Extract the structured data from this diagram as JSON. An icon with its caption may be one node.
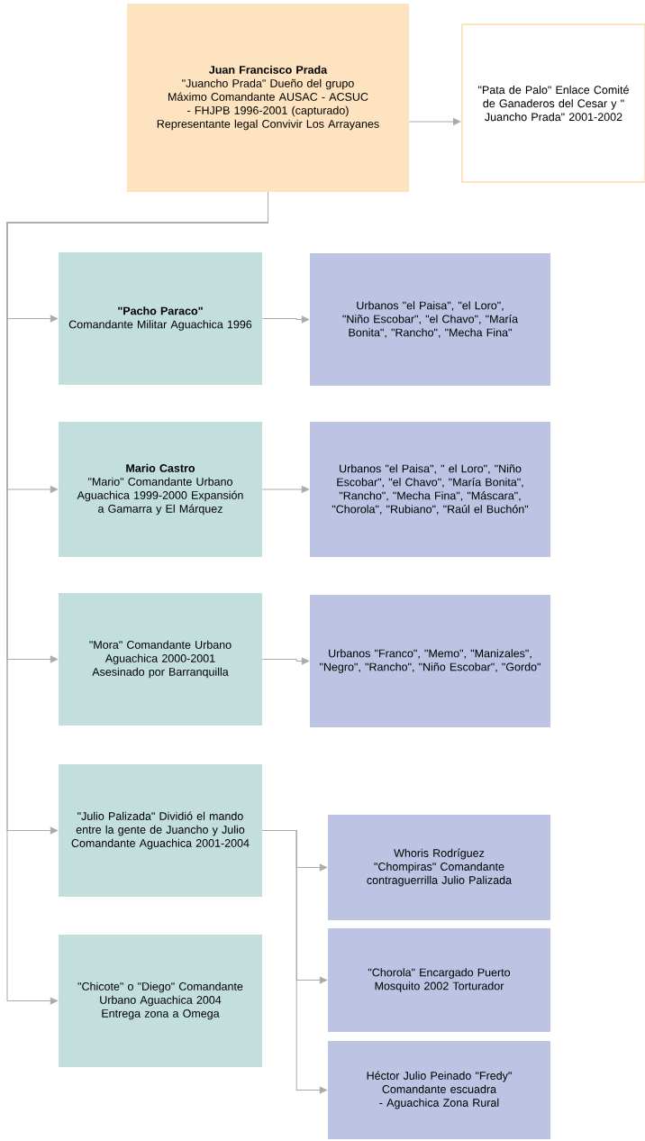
{
  "diagram": {
    "nodes": [
      {
        "text": [
          "Juan Francisco Prada",
          "\"Juancho Prada\" Dueño del grupo Máximo Comandante AUSAC - ACSUC - FHJPB 1996-2001 (capturado) Representante legal Convivir Los Arrayanes"
        ]
      },
      {
        "text": [
          "\"Pata de Palo\" Enlace Comité de Ganaderos del Cesar y \" Juancho Prada\" 2001-2002"
        ]
      },
      {
        "text": [
          "\"Pacho Paraco\"",
          "Comandante Militar Aguachica 1996"
        ]
      },
      {
        "text": [
          "Urbanos \"el Paisa\", \"el Loro\", \"Niño Escobar\", \"el Chavo\", \"María Bonita\", \"Rancho\", \"Mecha Fina\""
        ]
      },
      {
        "text": [
          "Mario Castro",
          "\"Mario\" Comandante Urbano Aguachica 1999-2000 Expansión a Gamarra y El Márquez"
        ]
      },
      {
        "text": [
          "Urbanos \"el Paisa\", \" el Loro\", \"Niño Escobar\", \"el Chavo\", \"María Bonita\", \"Rancho\", \"Mecha Fina\", \"Máscara\", \"Chorola\", \"Rubiano\", \"Raúl el Buchón\""
        ]
      },
      {
        "text": [
          "\"Mora\" Comandante Urbano Aguachica 2000-2001 Asesinado por Barranquilla"
        ]
      },
      {
        "text": [
          "Urbanos \"Franco\", \"Memo\", \"Manizales\", \"Negro\", \"Rancho\", \"Niño Escobar\", \"Gordo\""
        ]
      },
      {
        "text": [
          "\"Julio Palizada\" Dividió el mando entre la gente de Juancho y Julio Comandante Aguachica 2001-2004"
        ]
      },
      {
        "text": [
          "\"Chicote\" o \"Diego\" Comandante Urbano Aguachica 2004 Entrega zona a Omega"
        ]
      },
      {
        "text": [
          "Whoris Rodríguez \"Chompiras\" Comandante contraguerrilla Julio Palizada"
        ]
      },
      {
        "text": [
          "\"Chorola\" Encargado Puerto Mosquito 2002 Torturador"
        ]
      },
      {
        "text": [
          "Héctor Julio Peinado \"Fredy\" Comandante escuadra - Aguachica Zona Rural"
        ]
      }
    ],
    "edges": [
      {
        "from": 0,
        "to": 1,
        "arrow": "to"
      },
      {
        "from": 0,
        "to": 2,
        "arrow": "to"
      },
      {
        "from": 0,
        "to": 4,
        "arrow": "to"
      },
      {
        "from": 0,
        "to": 6,
        "arrow": "to"
      },
      {
        "from": 0,
        "to": 8,
        "arrow": "to"
      },
      {
        "from": 0,
        "to": 9,
        "arrow": "to"
      },
      {
        "from": 2,
        "to": 3,
        "arrow": "to"
      },
      {
        "from": 4,
        "to": 5,
        "arrow": "to"
      },
      {
        "from": 6,
        "to": 7,
        "arrow": "to"
      },
      {
        "from": 8,
        "to": 10,
        "arrow": "to"
      },
      {
        "from": 8,
        "to": 11,
        "arrow": "to"
      },
      {
        "from": 8,
        "to": 12,
        "arrow": "to"
      }
    ]
  }
}
